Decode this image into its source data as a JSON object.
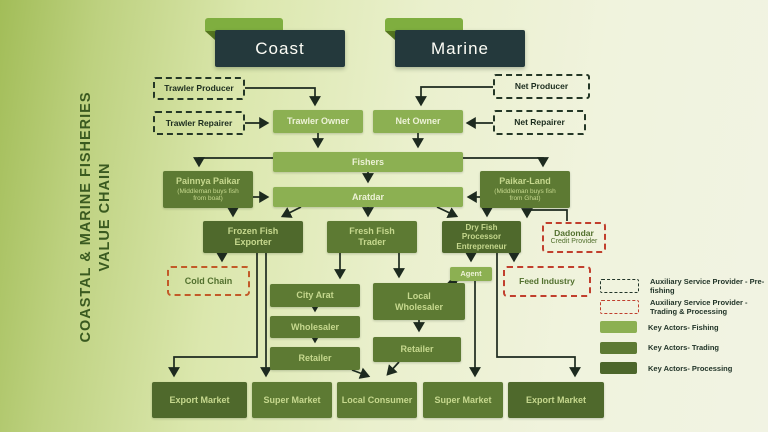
{
  "page_title": {
    "line1": "COASTAL & MARINE FISHERIES",
    "line2": "VALUE CHAIN"
  },
  "headers": {
    "coast": "Coast",
    "marine": "Marine"
  },
  "nodes": {
    "trawler_producer": "Trawler Producer",
    "trawler_repairer": "Trawler Repairer",
    "net_producer": "Net Producer",
    "net_repairer": "Net Repairer",
    "trawler_owner": "Trawler Owner",
    "net_owner": "Net Owner",
    "fishers": "Fishers",
    "painnya_paikar": {
      "title": "Painnya Paikar",
      "subtitle": "(Middleman buys fish from boat)"
    },
    "aratdar": "Aratdar",
    "paikar_land": {
      "title": "Paikar-Land",
      "subtitle": "(Middleman buys fish from Ghat)"
    },
    "frozen_fish_exporter": "Frozen Fish Exporter",
    "fresh_fish_trader": "Fresh Fish Trader",
    "dry_fish_processor": "Dry Fish Processor Entrepreneur",
    "dadondar": {
      "title": "Dadondar",
      "subtitle": "Credit Provider"
    },
    "cold_chain": "Cold Chain",
    "agent": "Agent",
    "feed_industry": "Feed Industry",
    "city_arat": "City Arat",
    "wholesaler": "Wholesaler",
    "retailer_city": "Retailer",
    "local_wholesaler": "Local Wholesaler",
    "retailer_local": "Retailer",
    "export_market_left": "Export Market",
    "super_market_left": "Super Market",
    "local_consumer": "Local Consumer",
    "super_market_right": "Super Market",
    "export_market_right": "Export Market"
  },
  "legend": {
    "items": [
      {
        "swatch": "dashed-dark",
        "label": "Auxiliary Service Provider - Pre-fishing"
      },
      {
        "swatch": "dashed-red",
        "label": "Auxiliary Service Provider -Trading & Processing"
      },
      {
        "swatch": "fill-light-green",
        "label": "Key Actors- Fishing"
      },
      {
        "swatch": "fill-medium-green",
        "label": "Key Actors- Trading"
      },
      {
        "swatch": "fill-dark-green",
        "label": "Key Actors- Processing"
      }
    ]
  },
  "colors": {
    "header_bg": "#24393c",
    "tab_green": "#7fae3f",
    "key_actor_fishing": "#8cb052",
    "key_actor_trading": "#5d7a33",
    "key_actor_processing": "#4f692c",
    "aux_prefishing_border": "#243726",
    "aux_trading_border": "#c13f2d",
    "arrow": "#1d2a1f"
  }
}
